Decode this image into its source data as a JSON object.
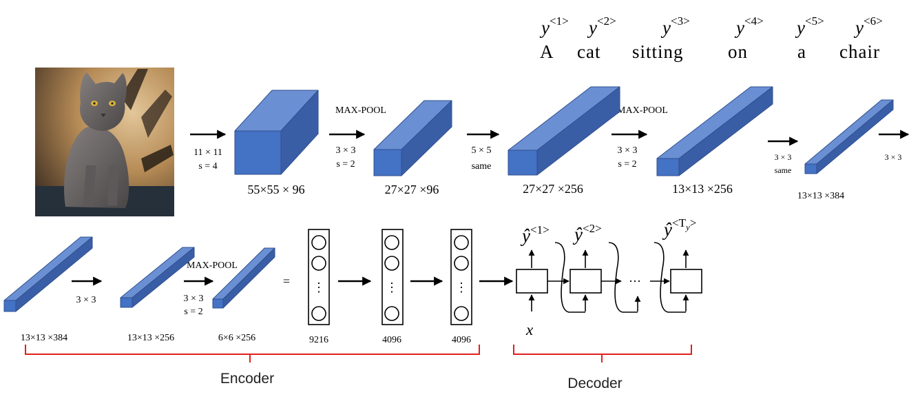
{
  "caption": {
    "words": [
      "A",
      "cat",
      "sitting",
      "on",
      "a",
      "chair"
    ],
    "outputs": [
      {
        "base": "y",
        "sup": "<1>"
      },
      {
        "base": "y",
        "sup": "<2>"
      },
      {
        "base": "y",
        "sup": "<3>"
      },
      {
        "base": "y",
        "sup": "<4>"
      },
      {
        "base": "y",
        "sup": "<5>"
      },
      {
        "base": "y",
        "sup": "<6>"
      }
    ]
  },
  "image": {
    "subject": "cat-photo"
  },
  "conv_row": {
    "ops": [
      {
        "line1": "11 × 11",
        "line2": "s = 4"
      },
      {
        "title": "MAX-POOL",
        "line1": "3 × 3",
        "line2": "s = 2"
      },
      {
        "line1": "5 × 5",
        "line2": "same"
      },
      {
        "title": "MAX-POOL",
        "line1": "3 × 3",
        "line2": "s = 2"
      },
      {
        "line1": "3 × 3",
        "line2": "same"
      },
      {
        "line1": "3 × 3"
      }
    ],
    "volumes": [
      "55×55 × 96",
      "27×27 ×96",
      "27×27 ×256",
      "13×13 ×256",
      "13×13 ×384"
    ]
  },
  "bottom_row": {
    "ops": [
      {
        "line1": "3 × 3"
      },
      {
        "title": "MAX-POOL",
        "line1": "3 × 3",
        "line2": "s = 2"
      }
    ],
    "volumes": [
      "13×13 ×384",
      "13×13 ×256",
      "6×6 ×256"
    ],
    "equals": "=",
    "fc_layers": [
      {
        "size": "9216",
        "dots": "⋮"
      },
      {
        "size": "4096",
        "dots": "⋮"
      },
      {
        "size": "4096",
        "dots": "⋮"
      }
    ]
  },
  "decoder": {
    "outputs": [
      {
        "base": "ŷ",
        "sup": "<1>"
      },
      {
        "base": "ŷ",
        "sup": "<2>"
      },
      {
        "base": "ŷ",
        "sup": "<T",
        "sub": "y",
        "sup_end": ">"
      }
    ],
    "input": "x",
    "ellipsis": "⋯"
  },
  "braces": {
    "encoder": "Encoder",
    "decoder": "Decoder"
  },
  "colors": {
    "cube_front": "#4472c4",
    "cube_top": "#6a8fd3",
    "cube_side": "#3a5ea6",
    "cube_edge": "#2f4f8f",
    "brace": "#e0201b"
  }
}
